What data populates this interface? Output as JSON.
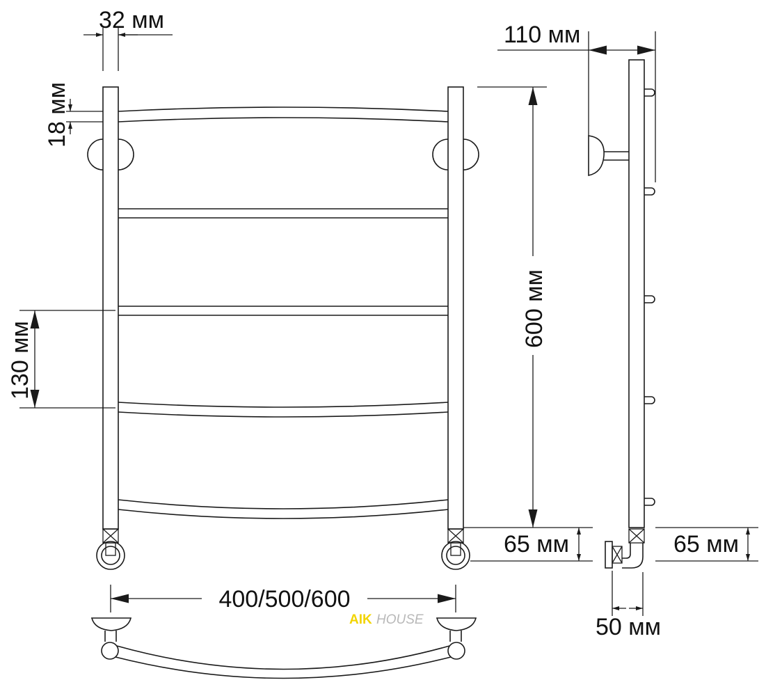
{
  "dimensions": {
    "pipe_diameter": "32 мм",
    "bar_thickness": "18 мм",
    "rung_spacing": "130 мм",
    "height": "600 мм",
    "wall_offset": "110 мм",
    "connection_front": "65 мм",
    "connection_side": "65 мм",
    "width_options": "400/500/600",
    "connection_depth": "50 мм"
  },
  "brand": {
    "part1": "AIK",
    "part2": "HOUSE",
    "color_part1": "#f2d400",
    "color_part2": "#b8b8b8"
  }
}
